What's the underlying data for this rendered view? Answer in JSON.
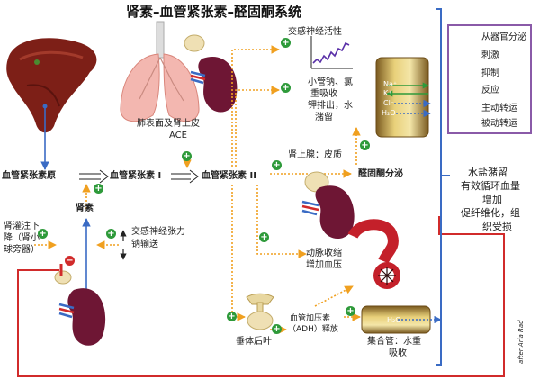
{
  "title": "肾素–血管紧张素–醛固酮系统",
  "legend": {
    "secretion": "从器官分泌",
    "stimulate": "刺激",
    "inhibit": "抑制",
    "reaction": "反应",
    "active_transport": "主动转运",
    "passive_transport": "被动转运"
  },
  "nodes": {
    "angiotensinogen": "血管紧张素原",
    "angiotensin1": "血管紧张素 I",
    "angiotensin2": "血管紧张素 II",
    "renin": "肾素",
    "lung_ace_line1": "肺表面及肾上皮",
    "lung_ace_line2": "ACE",
    "sympathetic_activity": "交感神经活性",
    "tubular_line1": "小管钠、氯",
    "tubular_line2": "重吸收",
    "tubular_line3": "钾排出，水",
    "tubular_line4": "潴留",
    "adrenal": "肾上腺：皮质",
    "aldosterone": "醛固酮分泌",
    "perfusion_line1": "肾灌注下",
    "perfusion_line2": "降（肾小",
    "perfusion_line3": "球旁器）",
    "symp_tension": "交感神经张力",
    "sodium_delivery": "钠输送",
    "arteriole_line1": "动脉收缩",
    "arteriole_line2": "增加血压",
    "pituitary": "垂体后叶",
    "adh_line1": "血管加压素",
    "adh_line2": "（ADH）释放",
    "collecting_line1": "集合管：水重",
    "collecting_line2": "吸收",
    "outcome_line1": "水盐潴留",
    "outcome_line2": "有效循环血量",
    "outcome_line3": "增加",
    "outcome_line4": "促纤维化，组",
    "outcome_line5": "织受损"
  },
  "ions": {
    "na": "Na⁺",
    "k": "K⁺",
    "cl": "Cl⁻",
    "water": "H₂O"
  },
  "adh_water": "H₂O",
  "credit": "after Aria Rad",
  "colors": {
    "stimulate": "#f0a020",
    "inhibit": "#d12b2b",
    "secretion": "#3a6bc4",
    "active": "#2e9a3a",
    "passive": "#3a6bc4",
    "legend_border": "#8a5aa8",
    "badge_plus": "#2e9a3a",
    "badge_minus": "#d12b2b"
  },
  "badges": {
    "plus": "+",
    "minus": "−"
  }
}
